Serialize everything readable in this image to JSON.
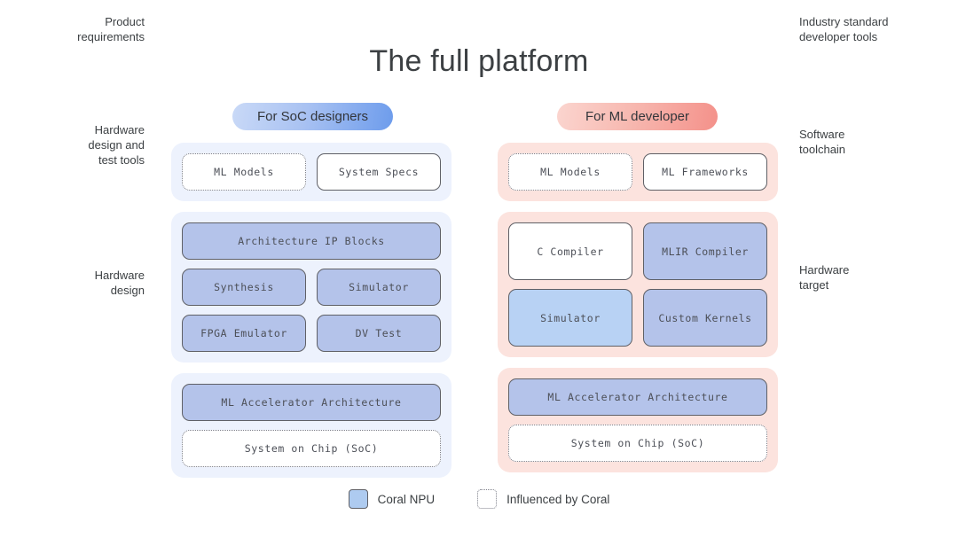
{
  "page": {
    "title": "The full platform",
    "background": "#ffffff"
  },
  "colors": {
    "panel_blue": "#edf2fd",
    "panel_pink": "#fce3de",
    "coral_npu_fill": "#b4c3ea",
    "coral_npu_light_fill": "#b8d2f4",
    "card_border": "#5f6066",
    "dotted_border": "#7e808a",
    "text": "#3c4043",
    "mono_text": "#4c4f57",
    "pill_blue_start": "#c9d9f7",
    "pill_blue_end": "#6d9cec",
    "pill_pink_start": "#fbd5cf",
    "pill_pink_end": "#f4918a"
  },
  "columns": {
    "left": {
      "pill_label": "For SoC designers",
      "rows": [
        {
          "side_label": "Product\nrequirements",
          "groups": [
            [
              {
                "label": "ML Models",
                "style": "dotted",
                "size": "short"
              },
              {
                "label": "System Specs",
                "style": "solid",
                "size": "short"
              }
            ]
          ]
        },
        {
          "side_label": "Hardware\ndesign and\ntest tools",
          "groups": [
            [
              {
                "label": "Architecture IP Blocks",
                "style": "npu",
                "size": "short"
              }
            ],
            [
              {
                "label": "Synthesis",
                "style": "npu",
                "size": "short"
              },
              {
                "label": "Simulator",
                "style": "npu",
                "size": "short"
              }
            ],
            [
              {
                "label": "FPGA Emulator",
                "style": "npu",
                "size": "short"
              },
              {
                "label": "DV Test",
                "style": "npu",
                "size": "short"
              }
            ]
          ]
        },
        {
          "side_label": "Hardware\ndesign",
          "groups": [
            [
              {
                "label": "ML Accelerator Architecture",
                "style": "npu",
                "size": "short"
              }
            ],
            [
              {
                "label": "System on Chip (SoC)",
                "style": "dotted",
                "size": "short"
              }
            ]
          ]
        }
      ]
    },
    "right": {
      "pill_label": "For ML developer",
      "rows": [
        {
          "side_label": "Industry standard\ndeveloper tools",
          "groups": [
            [
              {
                "label": "ML Models",
                "style": "dotted",
                "size": "short"
              },
              {
                "label": "ML Frameworks",
                "style": "solid",
                "size": "short"
              }
            ]
          ]
        },
        {
          "side_label": "Software\ntoolchain",
          "groups": [
            [
              {
                "label": "C Compiler",
                "style": "solid",
                "size": "tall"
              },
              {
                "label": "MLIR Compiler",
                "style": "npu",
                "size": "tall"
              }
            ],
            [
              {
                "label": "Simulator",
                "style": "npu-light",
                "size": "tall"
              },
              {
                "label": "Custom Kernels",
                "style": "npu",
                "size": "tall"
              }
            ]
          ]
        },
        {
          "side_label": "Hardware\ntarget",
          "groups": [
            [
              {
                "label": "ML Accelerator Architecture",
                "style": "npu",
                "size": "short"
              }
            ],
            [
              {
                "label": "System on Chip (SoC)",
                "style": "dotted",
                "size": "short"
              }
            ]
          ]
        }
      ]
    }
  },
  "legend": {
    "items": [
      {
        "swatch": "coral-npu-swatch",
        "label": "Coral NPU"
      },
      {
        "swatch": "influenced-by-swatch",
        "label": "Influenced by Coral"
      }
    ]
  }
}
